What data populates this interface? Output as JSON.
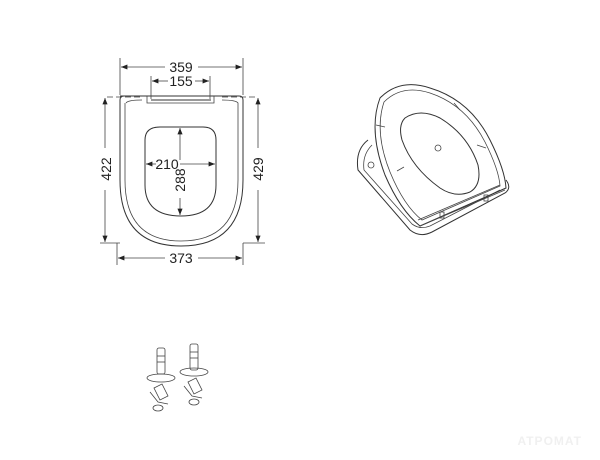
{
  "drawing": {
    "title": "Toilet seat dimension drawing",
    "units": "mm",
    "front_view": {
      "dimensions": {
        "outer_width_top": "359",
        "hinge_spacing": "155",
        "inner_opening_width": "210",
        "inner_opening_length": "288",
        "overall_length_left": "422",
        "overall_length_right": "429",
        "overall_width_bottom": "373"
      }
    },
    "perspective_view": {
      "label": "seat and lid isometric view"
    },
    "hinge_parts": {
      "label": "mounting hinges",
      "count": 2
    }
  },
  "watermark": {
    "text": "ATPOMAT"
  },
  "colors": {
    "line": "#333333",
    "background": "#ffffff"
  }
}
